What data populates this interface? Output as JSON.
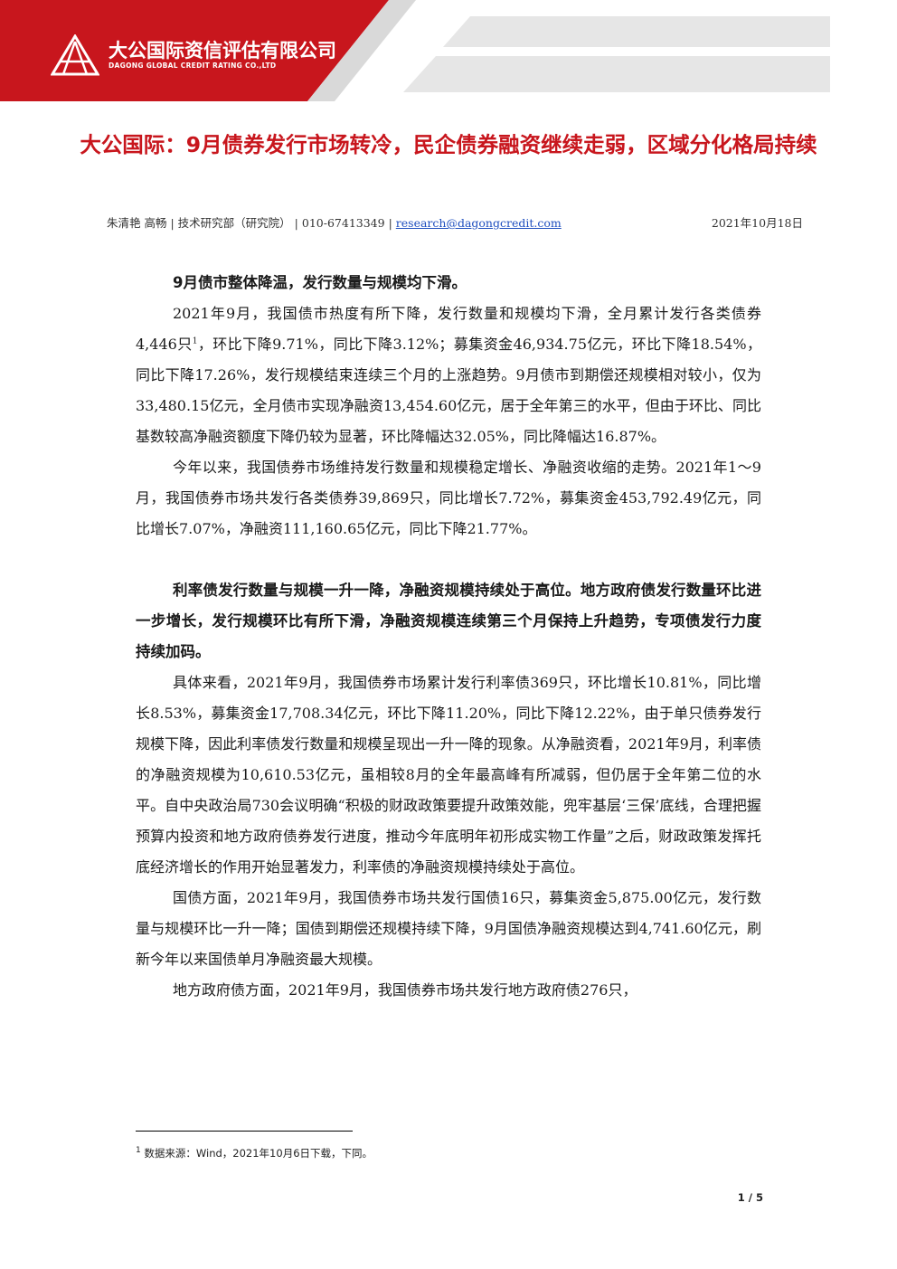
{
  "header": {
    "company_cn": "大公国际资信评估有限公司",
    "company_en": "DAGONG GLOBAL CREDIT RATING CO.,LTD",
    "logo_icon": "dagong-logo-icon",
    "brand_color": "#c8161d"
  },
  "title": "大公国际：9月债券发行市场转冷，民企债券融资继续走弱，区域分化格局持续",
  "byline": {
    "authors": "朱清艳 高畅",
    "department": "技术研究部（研究院）",
    "phone": "010-67413349",
    "email": "research@dagongcredit.com",
    "date": "2021年10月18日",
    "sep": "|"
  },
  "sections": [
    {
      "heading": "9月债市整体降温，发行数量与规模均下滑。",
      "p1_before": "2021年9月，我国债市热度有所下降，发行数量和规模均下滑，全月累计发行各类债券4,446只",
      "p1_sup": "1",
      "p1_after": "，环比下降9.71%，同比下降3.12%；募集资金46,934.75亿元，环比下降18.54%，同比下降17.26%，发行规模结束连续三个月的上涨趋势。9月债市到期偿还规模相对较小，仅为33,480.15亿元，全月债市实现净融资13,454.60亿元，居于全年第三的水平，但由于环比、同比基数较高净融资额度下降仍较为显著，环比降幅达32.05%，同比降幅达16.87%。",
      "p2": "今年以来，我国债券市场维持发行数量和规模稳定增长、净融资收缩的走势。2021年1～9月，我国债券市场共发行各类债券39,869只，同比增长7.72%，募集资金453,792.49亿元，同比增长7.07%，净融资111,160.65亿元，同比下降21.77%。"
    },
    {
      "heading": "利率债发行数量与规模一升一降，净融资规模持续处于高位。地方政府债发行数量环比进一步增长，发行规模环比有所下滑，净融资规模连续第三个月保持上升趋势，专项债发行力度持续加码。",
      "p1": "具体来看，2021年9月，我国债券市场累计发行利率债369只，环比增长10.81%，同比增长8.53%，募集资金17,708.34亿元，环比下降11.20%，同比下降12.22%，由于单只债券发行规模下降，因此利率债发行数量和规模呈现出一升一降的现象。从净融资看，2021年9月，利率债的净融资规模为10,610.53亿元，虽相较8月的全年最高峰有所减弱，但仍居于全年第二位的水平。自中央政治局730会议明确“积极的财政政策要提升政策效能，兜牢基层‘三保’底线，合理把握预算内投资和地方政府债券发行进度，推动今年底明年初形成实物工作量”之后，财政政策发挥托底经济增长的作用开始显著发力，利率债的净融资规模持续处于高位。",
      "p2": "国债方面，2021年9月，我国债券市场共发行国债16只，募集资金5,875.00亿元，发行数量与规模环比一升一降；国债到期偿还规模持续下降，9月国债净融资规模达到4,741.60亿元，刷新今年以来国债单月净融资最大规模。",
      "p3": "地方政府债方面，2021年9月，我国债券市场共发行地方政府债276只，"
    }
  ],
  "footnote": {
    "mark": "1",
    "text": "数据来源：Wind，2021年10月6日下载，下同。"
  },
  "page_number": "1 / 5"
}
